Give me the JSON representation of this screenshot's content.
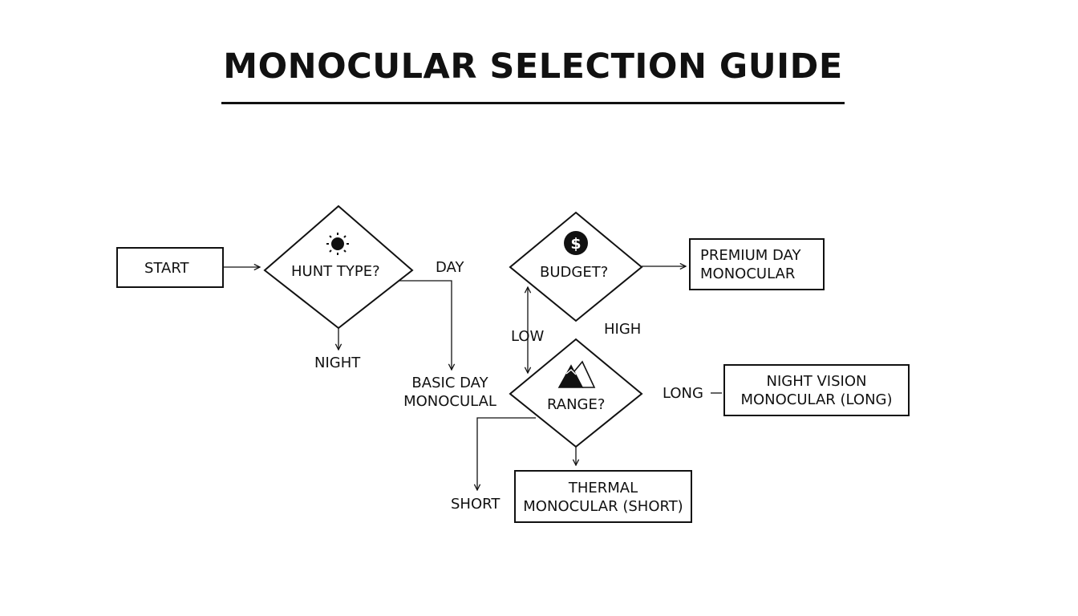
{
  "title": "MONOCULAR SELECTION GUIDE",
  "nodes": {
    "start": "START",
    "hunt_type": "HUNT TYPE?",
    "budget": "BUDGET?",
    "range": "RANGE?",
    "premium_day_l1": "PREMIUM DAY",
    "premium_day_l2": "MONOCULAR",
    "basic_day_l1": "BASIC DAY",
    "basic_day_l2": "MONOCULAL",
    "night_vision_l1": "NIGHT VISION",
    "night_vision_l2": "MONOCULAR (LONG)",
    "thermal_l1": "THERMAL",
    "thermal_l2": "MONOCULAR (SHORT)"
  },
  "edge_labels": {
    "day": "DAY",
    "night": "NIGHT",
    "low": "LOW",
    "high": "HIGH",
    "long": "LONG",
    "short": "SHORT"
  },
  "icons": {
    "hunt_type": "sun-icon",
    "budget": "dollar-icon",
    "range": "mountain-icon"
  },
  "colors": {
    "ink": "#111111",
    "background": "#ffffff"
  }
}
